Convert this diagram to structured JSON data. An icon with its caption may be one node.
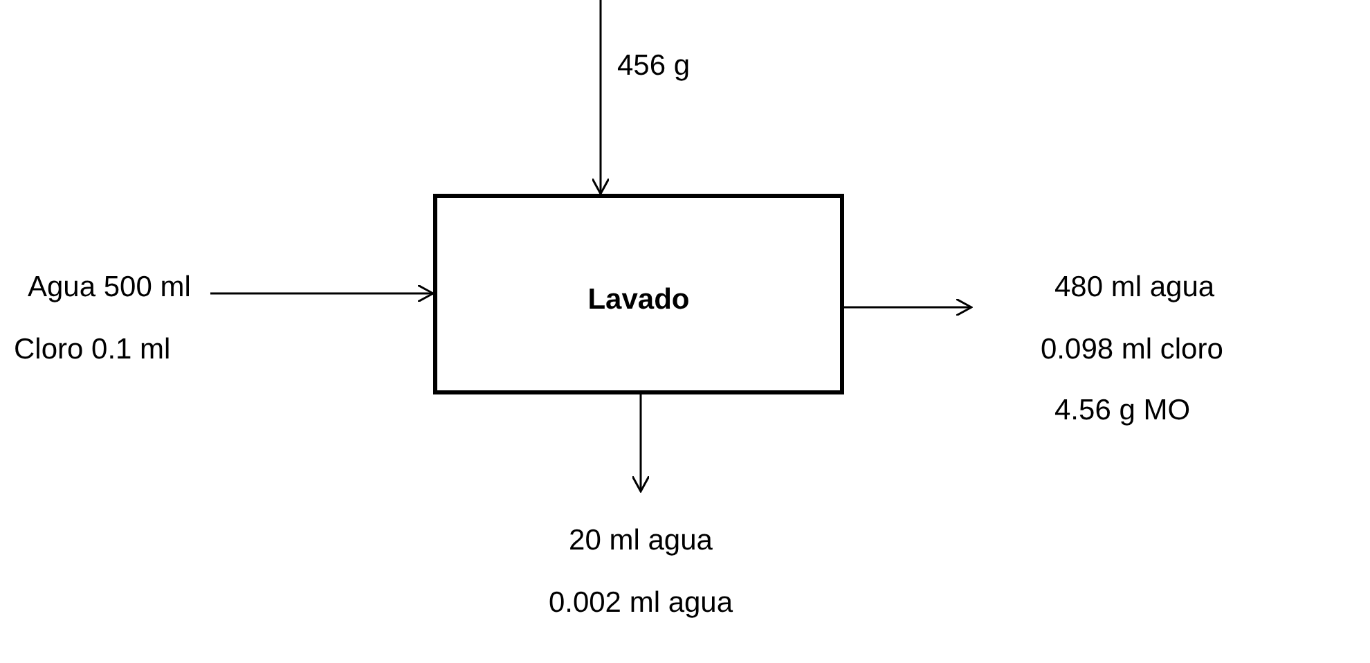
{
  "diagram": {
    "nodes": [
      {
        "text": [
          "Lavado"
        ]
      },
      {
        "text": [
          "Agua 500 ml",
          "Cloro 0.1 ml"
        ]
      },
      {
        "text": [
          "480 ml agua",
          "0.098 ml cloro",
          "4.56 g MO"
        ]
      },
      {
        "text": [
          "20 ml agua",
          "0.002 ml agua"
        ]
      }
    ],
    "edges": [
      {
        "from": null,
        "to": 0,
        "arrow": "to",
        "label": "456 g"
      },
      {
        "from": 1,
        "to": 0,
        "arrow": "to"
      },
      {
        "from": 0,
        "to": 2,
        "arrow": "to"
      },
      {
        "from": 0,
        "to": 3,
        "arrow": "to"
      }
    ]
  }
}
